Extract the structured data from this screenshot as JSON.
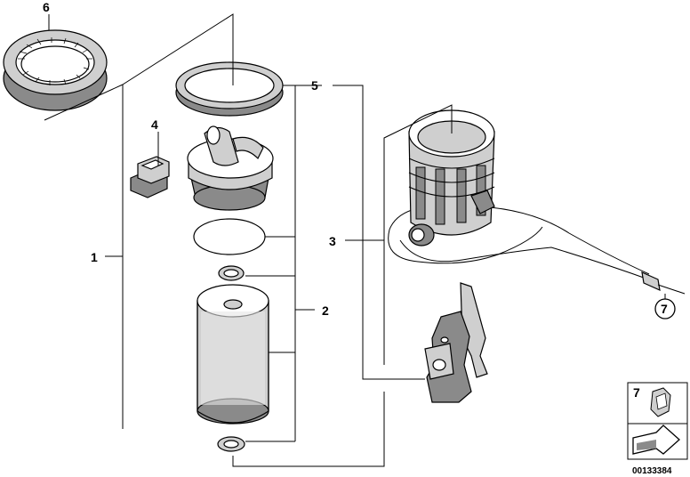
{
  "callouts": {
    "c1": "1",
    "c2": "2",
    "c3": "3",
    "c4": "4",
    "c5": "5",
    "c6": "6",
    "c7": "7"
  },
  "legend": {
    "number": "7"
  },
  "catalog_number": "00133384",
  "colors": {
    "line": "#000000",
    "part_fill": "#ffffff",
    "shade": "#cfcfcf",
    "dark_shade": "#8a8a8a"
  }
}
